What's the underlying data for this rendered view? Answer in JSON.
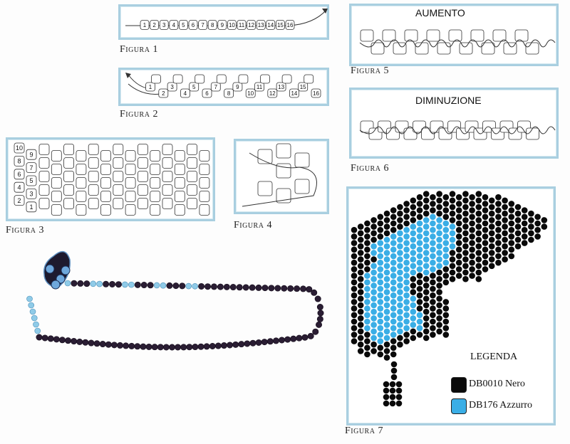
{
  "figures": {
    "fig1": {
      "caption": "Figura 1",
      "beads": [
        "1",
        "2",
        "3",
        "4",
        "5",
        "6",
        "7",
        "8",
        "9",
        "10",
        "11",
        "12",
        "13",
        "14",
        "15",
        "16"
      ]
    },
    "fig2": {
      "caption": "Figura 2",
      "beads": [
        "1",
        "2",
        "3",
        "4",
        "5",
        "6",
        "7",
        "8",
        "9",
        "10",
        "11",
        "12",
        "13",
        "14",
        "15",
        "16"
      ]
    },
    "fig3": {
      "caption": "Figura 3",
      "beads": [
        "10",
        "9",
        "8",
        "7",
        "6",
        "5",
        "4",
        "3",
        "2",
        "1"
      ]
    },
    "fig4": {
      "caption": "Figura 4"
    },
    "fig5": {
      "caption": "Figura 5",
      "title": "AUMENTO"
    },
    "fig6": {
      "caption": "Figura 6",
      "title": "DIMINUZIONE"
    },
    "fig7": {
      "caption": "Figura 7"
    }
  },
  "legend": {
    "title": "LEGENDA",
    "items": [
      {
        "label": "DB0010 Nero",
        "color": "#0a0a0a"
      },
      {
        "label": "DB176 Azzurro",
        "color": "#3aaee6"
      }
    ]
  },
  "colors": {
    "frame": "#a9cfe0",
    "black_bead": "#0a0a0a",
    "blue_bead": "#3aaee6",
    "necklace": "#2a1d33"
  }
}
